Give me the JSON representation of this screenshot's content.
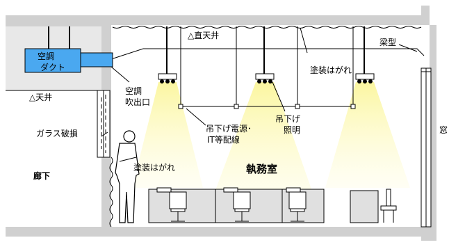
{
  "labels": {
    "aircon": "空調",
    "duct": "ダクト",
    "direct_ceiling": "△直天井",
    "beam": "梁型",
    "paint_peel_top": "塗装はがれ",
    "aircon_outlet_1": "空調",
    "aircon_outlet_2": "吹出口",
    "ceiling": "△天井",
    "glass_damage": "ガラス破損",
    "corridor": "廊下",
    "paint_peel_wall": "塗装はがれ",
    "hanging_power_1": "吊下げ電源･",
    "hanging_power_2": "IT等配線",
    "hanging_light_1": "吊下げ",
    "hanging_light_2": "照明",
    "office": "執務室",
    "window": "窓"
  },
  "colors": {
    "slab": "#d0d0d0",
    "corridor_ceiling": "#e8e8e8",
    "duct": "#4aa8f0",
    "light_beam": "#f8f39a",
    "line": "#000000"
  }
}
